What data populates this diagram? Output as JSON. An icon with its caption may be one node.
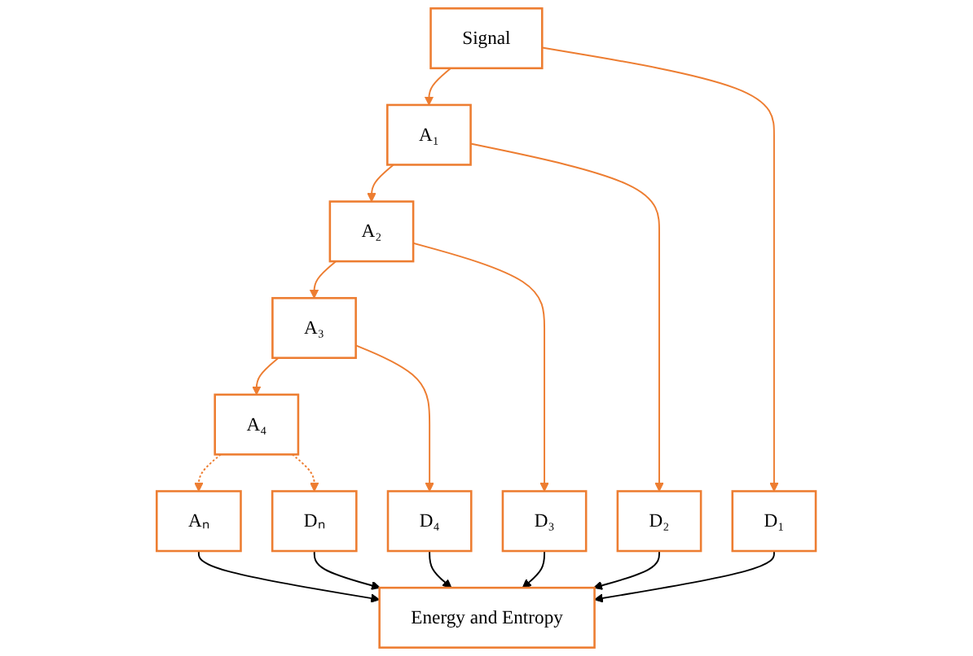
{
  "diagram": {
    "nodes": [
      {
        "text": [
          "Signal"
        ]
      },
      {
        "text": [
          "A₁"
        ]
      },
      {
        "text": [
          "D₁"
        ]
      },
      {
        "text": [
          "A₂"
        ]
      },
      {
        "text": [
          "D₂"
        ]
      },
      {
        "text": [
          "A₃"
        ]
      },
      {
        "text": [
          "D₃"
        ]
      },
      {
        "text": [
          "A₄"
        ]
      },
      {
        "text": [
          "D₄"
        ]
      },
      {
        "text": [
          "Aₙ"
        ]
      },
      {
        "text": [
          "Dₙ"
        ]
      },
      {
        "text": [
          "Energy and Entropy"
        ]
      }
    ],
    "edges": [
      {
        "from": 0,
        "to": 1,
        "arrow": "to"
      },
      {
        "from": 0,
        "to": 2,
        "arrow": "to"
      },
      {
        "from": 1,
        "to": 3,
        "arrow": "to"
      },
      {
        "from": 1,
        "to": 4,
        "arrow": "to"
      },
      {
        "from": 3,
        "to": 5,
        "arrow": "to"
      },
      {
        "from": 3,
        "to": 6,
        "arrow": "to"
      },
      {
        "from": 5,
        "to": 7,
        "arrow": "to"
      },
      {
        "from": 5,
        "to": 8,
        "arrow": "to"
      },
      {
        "from": 7,
        "to": 9,
        "arrow": "to",
        "style": "dashed"
      },
      {
        "from": 7,
        "to": 10,
        "arrow": "to",
        "style": "dashed"
      },
      {
        "from": 9,
        "to": 11,
        "arrow": "to",
        "color": "#000000"
      },
      {
        "from": 10,
        "to": 11,
        "arrow": "to",
        "color": "#000000"
      },
      {
        "from": 8,
        "to": 11,
        "arrow": "to",
        "color": "#000000"
      },
      {
        "from": 6,
        "to": 11,
        "arrow": "to",
        "color": "#000000"
      },
      {
        "from": 4,
        "to": 11,
        "arrow": "to",
        "color": "#000000"
      },
      {
        "from": 2,
        "to": 11,
        "arrow": "to",
        "color": "#000000"
      }
    ]
  }
}
